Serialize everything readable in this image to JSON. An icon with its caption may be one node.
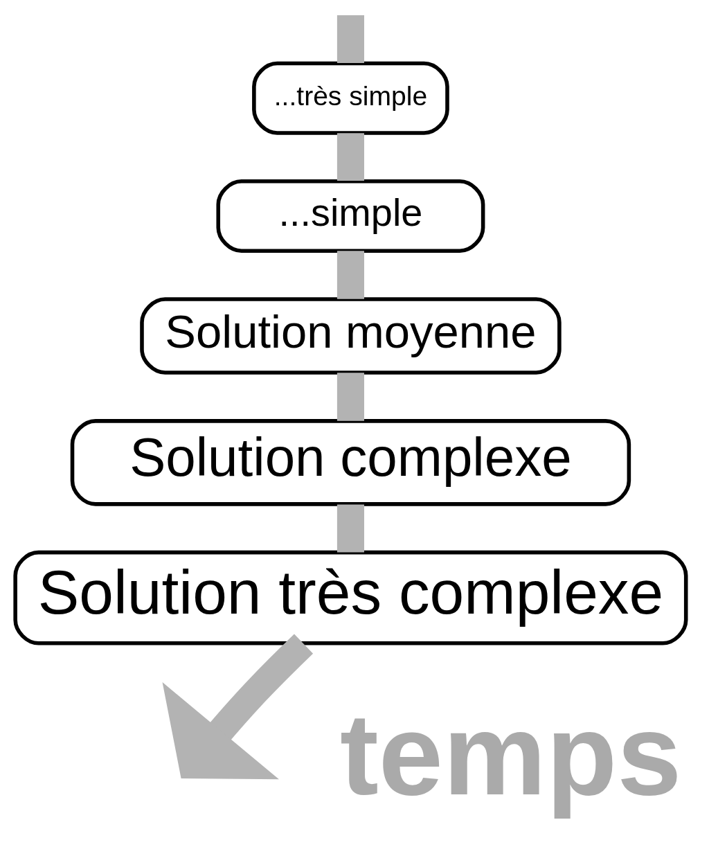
{
  "diagram": {
    "nodes": [
      {
        "text": [
          "...très simple"
        ]
      },
      {
        "text": [
          "...simple"
        ]
      },
      {
        "text": [
          "Solution moyenne"
        ]
      },
      {
        "text": [
          "Solution complexe"
        ]
      },
      {
        "text": [
          "Solution très complexe"
        ]
      }
    ],
    "edges": [
      {
        "from": null,
        "to": 0,
        "arrow": "none"
      },
      {
        "from": 0,
        "to": 1,
        "arrow": "none"
      },
      {
        "from": 1,
        "to": 2,
        "arrow": "none"
      },
      {
        "from": 2,
        "to": 3,
        "arrow": "none"
      },
      {
        "from": 3,
        "to": 4,
        "arrow": "none"
      },
      {
        "from": 4,
        "to": null,
        "arrow": "to"
      }
    ],
    "labels": [
      "temps"
    ]
  }
}
